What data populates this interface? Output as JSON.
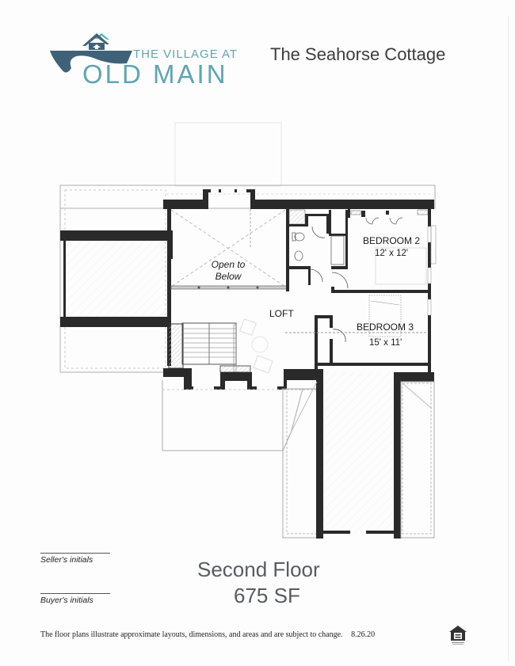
{
  "header": {
    "logo": {
      "icon": "village-house-logo-icon",
      "line1": "THE VILLAGE AT",
      "line2": "OLD MAIN",
      "colors": {
        "dark_blue": "#3f6278",
        "teal": "#5fa5b3",
        "accent": "#4db3b8"
      }
    },
    "cottage_name": "The Seahorse Cottage"
  },
  "floor_plan": {
    "rooms": [
      {
        "name": "Open to Below",
        "line1": "Open to",
        "line2": "Below",
        "dimensions": ""
      },
      {
        "name": "LOFT",
        "label": "LOFT",
        "dimensions": ""
      },
      {
        "name": "BEDROOM 2",
        "label": "BEDROOM 2",
        "dimensions": "12' x 12'"
      },
      {
        "name": "BEDROOM 3",
        "label": "BEDROOM 3",
        "dimensions": "15' x 11'"
      }
    ]
  },
  "signatures": {
    "seller": "Seller's initials",
    "buyer": "Buyer's initials"
  },
  "footer_title": {
    "floor": "Second Floor",
    "area": "675 SF"
  },
  "footer": {
    "disclaimer": "The floor plans illustrate approximate layouts, dimensions, and areas and are subject to change.",
    "date": "8.26.20",
    "badge_icon": "equal-housing-opportunity-icon"
  }
}
